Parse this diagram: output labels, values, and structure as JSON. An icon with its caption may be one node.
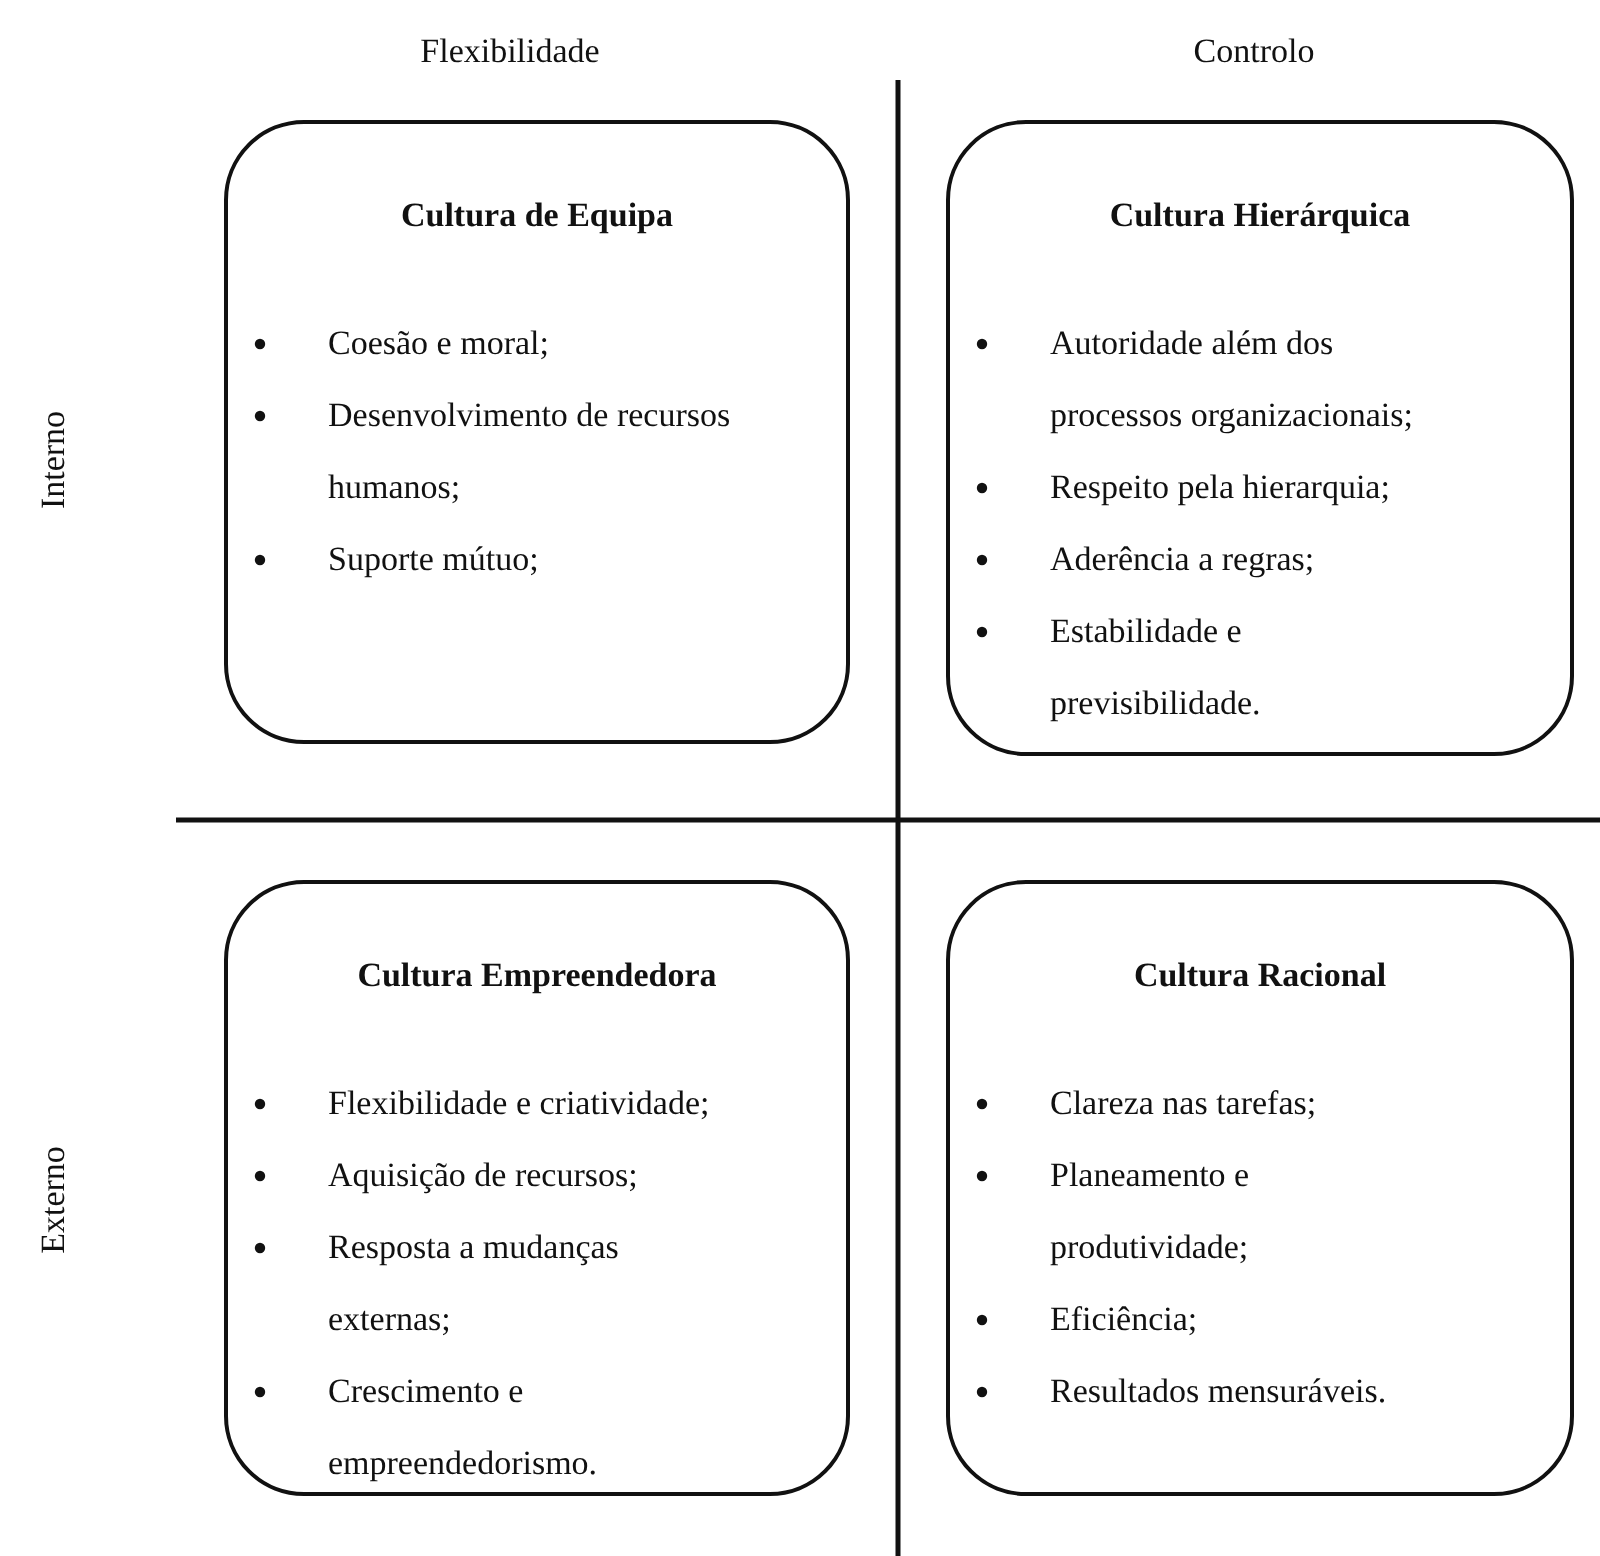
{
  "diagram": {
    "nodes": [
      {
        "text": [
          "Cultura de Equipa",
          "Coesão e moral;",
          "Desenvolvimento de recursos humanos;",
          "Suporte mútuo;"
        ]
      },
      {
        "text": [
          "Cultura Hierárquica",
          "Autoridade além dos processos organizacionais;",
          "Respeito pela hierarquia;",
          "Aderência a regras;",
          "Estabilidade e previsibilidade."
        ]
      },
      {
        "text": [
          "Cultura Empreendedora",
          "Flexibilidade e criatividade;",
          "Aquisição de recursos;",
          "Resposta a mudanças externas;",
          "Crescimento e empreendedorismo."
        ]
      },
      {
        "text": [
          "Cultura Racional",
          "Clareza nas tarefas;",
          "Planeamento e produtividade;",
          "Eficiência;",
          "Resultados mensuráveis."
        ]
      }
    ],
    "labels": [
      "Flexibilidade",
      "Controlo",
      "Interno",
      "Externo"
    ]
  }
}
